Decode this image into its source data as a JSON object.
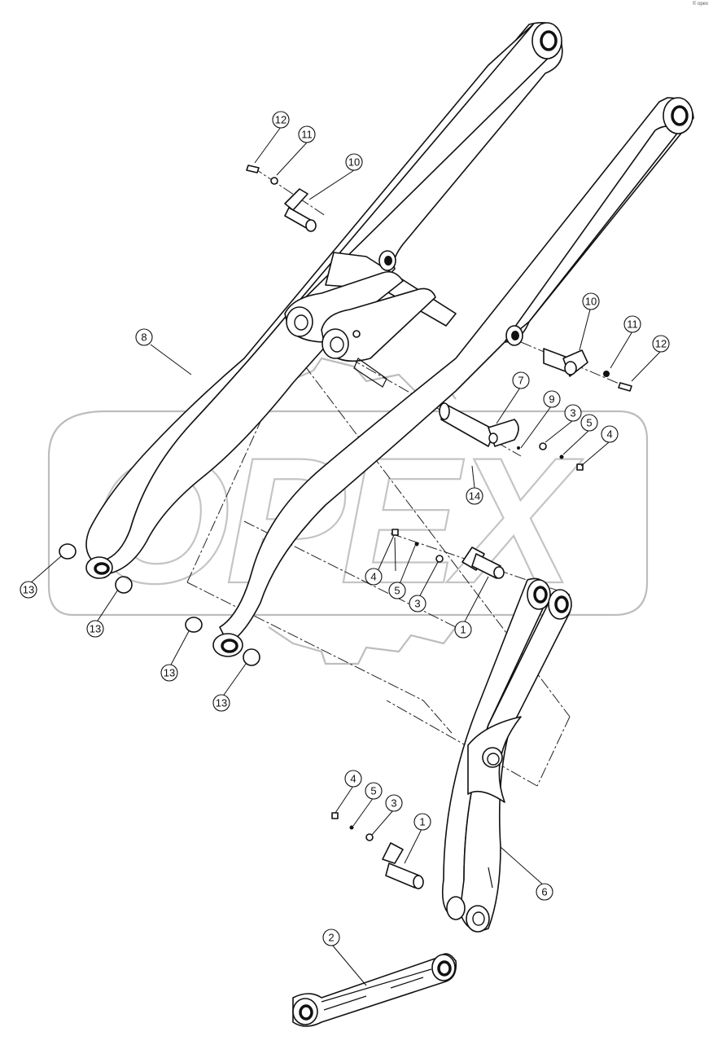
{
  "diagram": {
    "watermark_text": "OPEX",
    "corner_mark": "© opex",
    "callouts": [
      "1",
      "2",
      "3",
      "4",
      "5",
      "6",
      "7",
      "8",
      "9",
      "10",
      "11",
      "12",
      "13",
      "14"
    ]
  }
}
